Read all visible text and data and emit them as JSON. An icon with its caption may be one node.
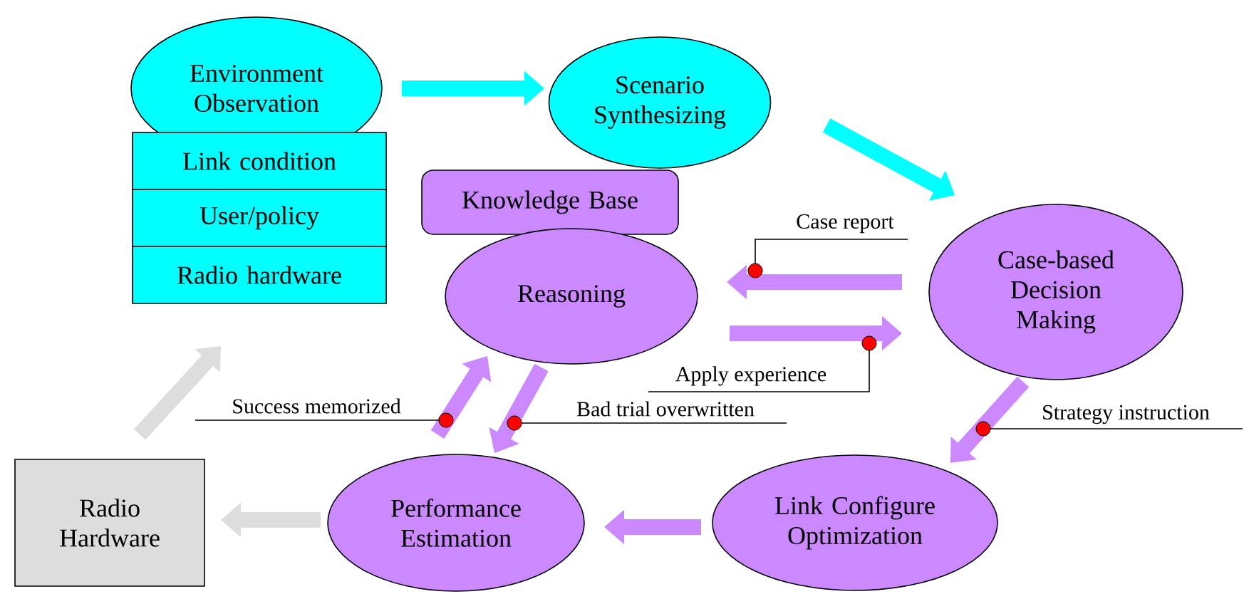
{
  "diagram": {
    "nodes": [
      {
        "text": [
          "Environment Observation"
        ]
      },
      {
        "text": [
          "Link condition"
        ]
      },
      {
        "text": [
          "User/policy"
        ]
      },
      {
        "text": [
          "Radio hardware"
        ]
      },
      {
        "text": [
          "Scenario Synthesizing"
        ]
      },
      {
        "text": [
          "Knowledge Base"
        ]
      },
      {
        "text": [
          "Reasoning"
        ]
      },
      {
        "text": [
          "Case-based Decision Making"
        ]
      },
      {
        "text": [
          "Link Configure Optimization"
        ]
      },
      {
        "text": [
          "Performance Estimation"
        ]
      },
      {
        "text": [
          "Radio Hardware"
        ]
      }
    ],
    "edges": [
      {
        "from": 0,
        "to": 4,
        "arrow": "to",
        "color": "#00ffff"
      },
      {
        "from": 4,
        "to": 7,
        "arrow": "to",
        "color": "#00ffff"
      },
      {
        "from": 7,
        "to": 6,
        "arrow": "to",
        "label": "Case report"
      },
      {
        "from": 6,
        "to": 7,
        "arrow": "to",
        "label": "Apply experience"
      },
      {
        "from": 7,
        "to": 8,
        "arrow": "to",
        "label": "Strategy instruction"
      },
      {
        "from": 8,
        "to": 9,
        "arrow": "to"
      },
      {
        "from": 9,
        "to": 6,
        "arrow": "to",
        "label": "Success memorized"
      },
      {
        "from": 6,
        "to": 9,
        "arrow": "to",
        "label": "Bad trial overwritten"
      },
      {
        "from": 9,
        "to": 10,
        "arrow": "to",
        "color": "#dddddd"
      },
      {
        "from": 10,
        "to": 3,
        "arrow": "to",
        "color": "#dddddd"
      }
    ]
  }
}
